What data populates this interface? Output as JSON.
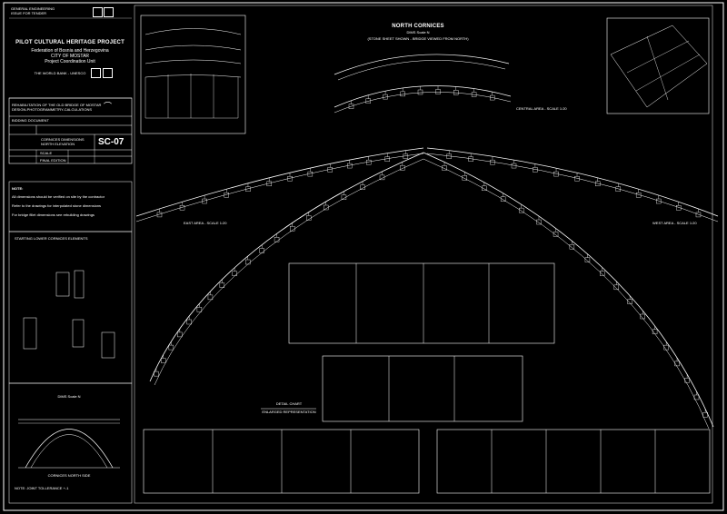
{
  "header": {
    "corner_lines": [
      "GENERAL ENGINEERING",
      "ISSUE FOR TENDER"
    ],
    "project_title": "PILOT CULTURAL HERITAGE PROJECT",
    "federation": "Federation of Bosnia and Herzegovina",
    "city": "CITY OF MOSTAR",
    "unit": "Project Coordination Unit",
    "sponsors": "THE WORLD BANK - UNESCO"
  },
  "title_block": {
    "rehab_line1": "REHABILITATION OF THE OLD BRIDGE OF MOSTAR",
    "rehab_line2": "DESIGN-PHOTOGRAMMETRY-CALCULATIONS",
    "doc_type": "BIDDING DOCUMENT",
    "drawing_title1": "CORNICES DIMENSIONS",
    "drawing_title2": "NORTH ELEVATION",
    "sheet_code": "SC-07",
    "scale_label": "SCALE",
    "final_edition": "FINAL EDITION"
  },
  "notes": {
    "heading": "NOTE:",
    "line1": "All dimensions should be verified on site by the contractor",
    "line2": "Refer to the drawings for interpolated stone dimensions",
    "line3": "For bridge fillet dimensions see rebuilding drawings"
  },
  "starting_panel": {
    "heading": "STARTING LOWER CORNICES ELEMENTS"
  },
  "north_cornices": {
    "title": "NORTH CORNICES",
    "scale": "DIMS Scale N",
    "subtitle": "(STONE SHEET SHOWN - BRIDGE VIEWED FROM NORTH)"
  },
  "areas": {
    "central": "CENTRAL AREA - SCALE 1:20",
    "east": "EAST AREA - SCALE 1:20",
    "west": "WEST AREA - SCALE 1:20"
  },
  "detail": {
    "title": "DETAIL CHART",
    "subtitle": "ENLARGED REPRESENTATION"
  },
  "bridge_panel": {
    "scale": "DIMS Scale N",
    "caption": "CORNICES NORTH SIDE",
    "note": "NOTE: JOINT TOLLERANCE +-1"
  }
}
